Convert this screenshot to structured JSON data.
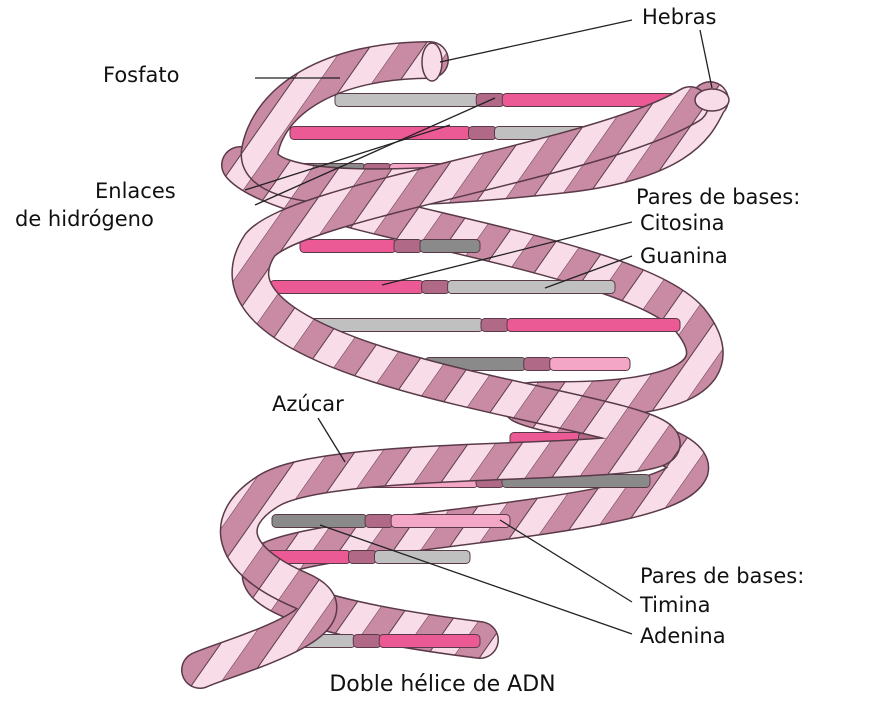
{
  "labels": {
    "fosfato": "Fosfato",
    "hebras": "Hebras",
    "enlaces_line1": "Enlaces",
    "enlaces_line2": "de hidrógeno",
    "pares_top": "Pares de bases:",
    "citosina": "Citosina",
    "guanina": "Guanina",
    "azucar": "Azúcar",
    "pares_bottom": "Pares de bases:",
    "timina": "Timina",
    "adenina": "Adenina"
  },
  "caption": "Doble hélice de ADN",
  "colors": {
    "phosphate": "#c98aa4",
    "sugar": "#f8dde8",
    "outline": "#5a3a48",
    "citosina": "#ec5a95",
    "guanina": "#c0c0c0",
    "timina": "#f4a6c6",
    "adenina": "#8a8a8a",
    "hbond": "#b06a88"
  }
}
